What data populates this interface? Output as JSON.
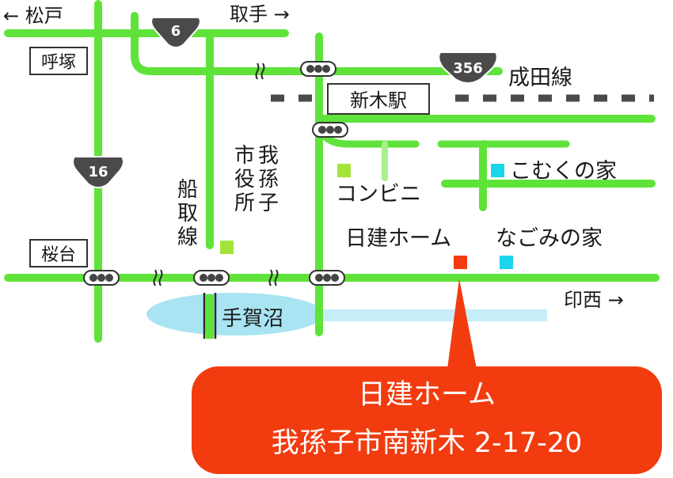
{
  "colors": {
    "road": "#5fe33a",
    "road_light": "#a8f08c",
    "pond": "#a8e4f2",
    "water": "#c6eef8",
    "callout": "#f23c0f",
    "marker_home": "#f23c0f",
    "marker_convenience": "#a4e33a",
    "marker_office": "#a4e33a",
    "marker_facility": "#1ad5ec",
    "shield": "#4a4a4a",
    "rail": "#4a4a4a"
  },
  "directions": {
    "matsudo": "← 松戸",
    "toride": "取手 →",
    "inzai": "印西 →"
  },
  "places": {
    "yobitsuka": "呼塚",
    "sakuradai": "桜台",
    "station": "新木駅",
    "narita_line": "成田線",
    "city_office": "市我\n役孫\n所子",
    "city_office_col1": "市役所",
    "city_office_col2": "我孫子",
    "funatori_line": "船取線",
    "convenience": "コンビニ",
    "komuku": "こむくの家",
    "nagomi": "なごみの家",
    "nikken": "日建ホーム",
    "teganuma": "手賀沼"
  },
  "routes": {
    "r6": "6",
    "r356": "356",
    "r16": "16"
  },
  "callout": {
    "name": "日建ホーム",
    "address": "我孫子市南新木 2-17-20"
  },
  "icons": {
    "traffic_light": "traffic-light-icon",
    "route_shield": "route-shield-icon",
    "bridge": "bridge-icon"
  }
}
